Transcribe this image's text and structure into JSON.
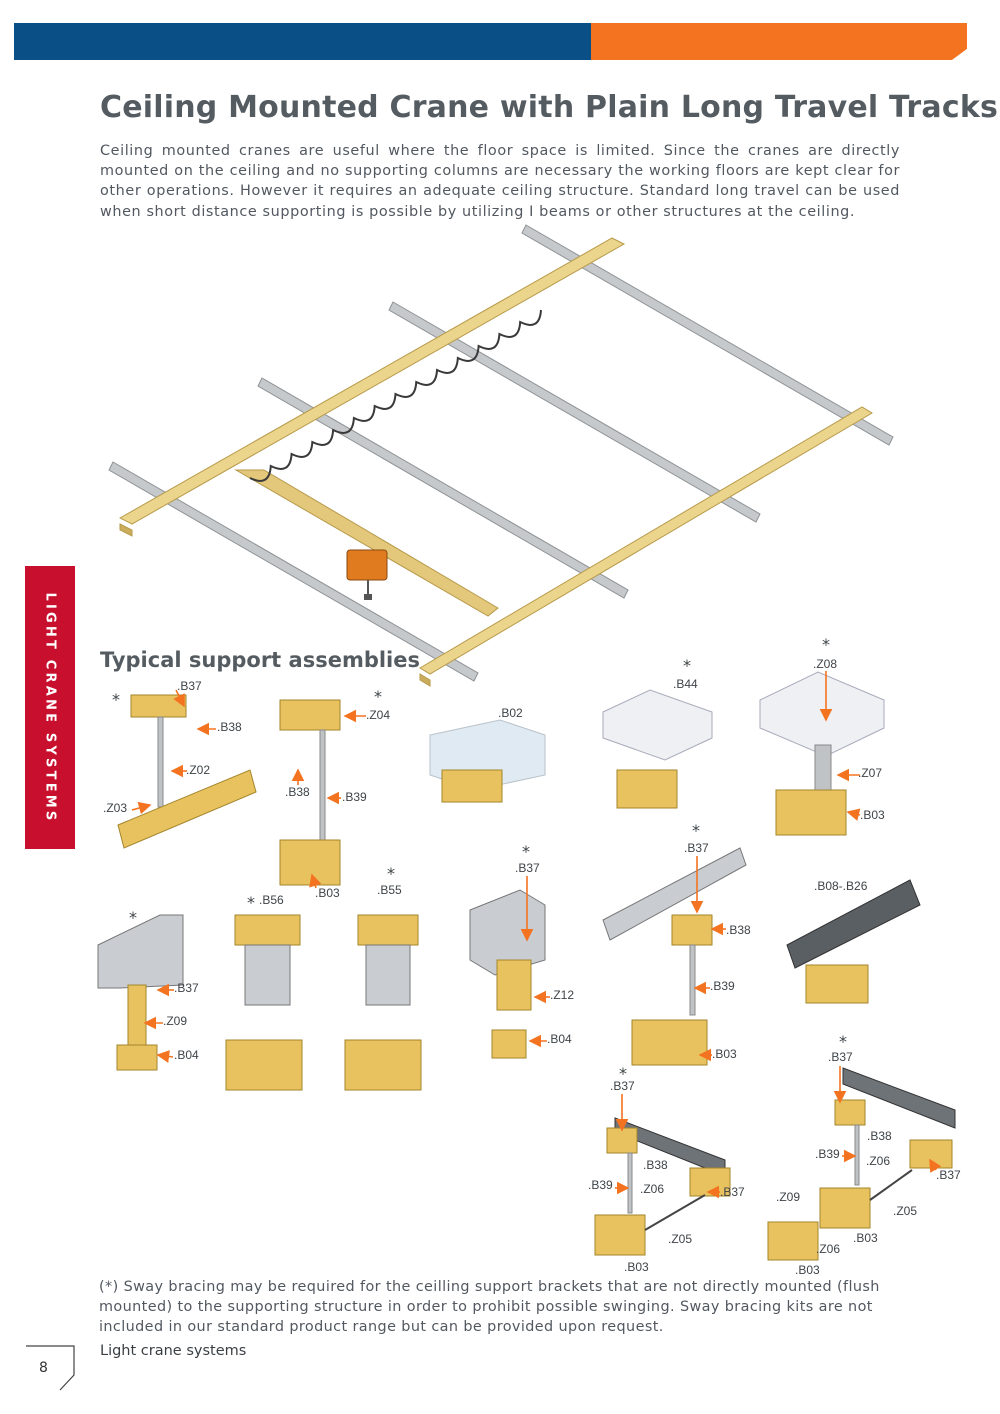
{
  "header": {
    "blue": "#0a4f86",
    "orange": "#f37321"
  },
  "title": "Ceiling Mounted Crane with Plain Long Travel Tracks",
  "intro": "Ceiling mounted cranes are useful where the floor space is limited. Since the cranes are directly mounted on the ceiling and no supporting columns are necessary the working floors are kept clear for other operations. However it requires an adequate ceiling structure. Standard long travel can be used when short distance supporting is possible by utilizing I beams or other structures at the ceiling.",
  "side_tab": {
    "text": "LIGHT CRANE SYSTEMS",
    "color": "#c8102e"
  },
  "subtitle": "Typical support  assemblies",
  "asterisk": "*",
  "labels": {
    "B37": ".B37",
    "B38": ".B38",
    "Z02": ".Z02",
    "Z03": ".Z03",
    "Z04": ".Z04",
    "B39": ".B39",
    "B03": ".B03",
    "B02": ".B02",
    "B44": ".B44",
    "Z08": ".Z08",
    "Z07": ".Z07",
    "B56": ".B56",
    "B55": ".B55",
    "Z09": ".Z09",
    "B04": ".B04",
    "Z12": ".Z12",
    "B08_B26": ".B08-.B26",
    "Z06": ".Z06",
    "Z05": ".Z05"
  },
  "note": "(*) Sway bracing may be required for the ceilling support brackets that are not directly mounted (flush mounted) to the supporting structure in order to prohibit possible swinging. Sway bracing kits are not included in our standard product range but can be provided upon request.",
  "footer": {
    "label": "Light crane systems",
    "page": "8"
  },
  "colors": {
    "track": "#e9d48e",
    "beam": "#b9bcbe",
    "arrow": "#f37321",
    "hoist": "#e07b20"
  }
}
